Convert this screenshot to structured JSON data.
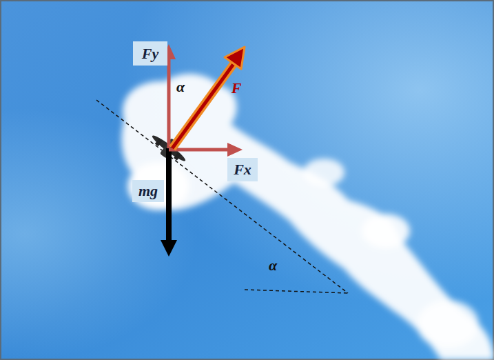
{
  "diagram": {
    "labels": [
      "Fy",
      "α",
      "F",
      "Fx",
      "mg",
      "α"
    ]
  }
}
